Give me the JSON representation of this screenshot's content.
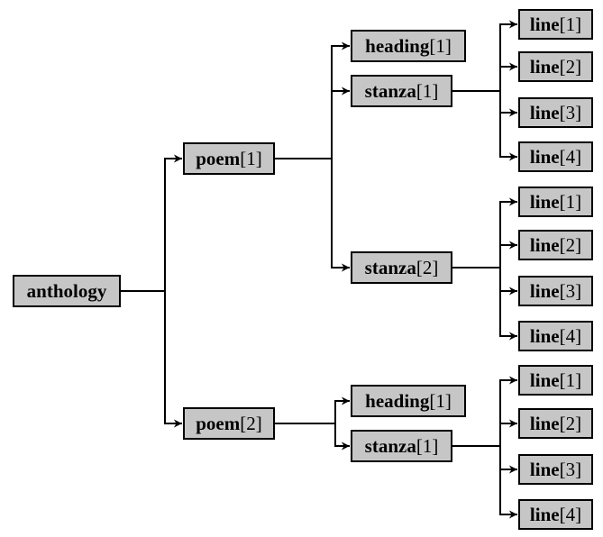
{
  "diagram": {
    "type": "tree",
    "description": "Document structure tree of an anthology: poems containing headings and stanzas, stanzas containing lines",
    "colors": {
      "background": "#ffffff",
      "node_fill": "#c6c6c6",
      "node_border": "#000000",
      "connector": "#000000"
    }
  },
  "nodes": {
    "anthology": {
      "tag": "anthology",
      "index": ""
    },
    "poem1": {
      "tag": "poem",
      "index": "[1]"
    },
    "poem2": {
      "tag": "poem",
      "index": "[2]"
    },
    "poem1_heading1": {
      "tag": "heading",
      "index": "[1]"
    },
    "poem1_stanza1": {
      "tag": "stanza",
      "index": "[1]"
    },
    "poem1_stanza2": {
      "tag": "stanza",
      "index": "[2]"
    },
    "poem2_heading1": {
      "tag": "heading",
      "index": "[1]"
    },
    "poem2_stanza1": {
      "tag": "stanza",
      "index": "[1]"
    },
    "poem1_stanza1_line1": {
      "tag": "line",
      "index": "[1]"
    },
    "poem1_stanza1_line2": {
      "tag": "line",
      "index": "[2]"
    },
    "poem1_stanza1_line3": {
      "tag": "line",
      "index": "[3]"
    },
    "poem1_stanza1_line4": {
      "tag": "line",
      "index": "[4]"
    },
    "poem1_stanza2_line1": {
      "tag": "line",
      "index": "[1]"
    },
    "poem1_stanza2_line2": {
      "tag": "line",
      "index": "[2]"
    },
    "poem1_stanza2_line3": {
      "tag": "line",
      "index": "[3]"
    },
    "poem1_stanza2_line4": {
      "tag": "line",
      "index": "[4]"
    },
    "poem2_stanza1_line1": {
      "tag": "line",
      "index": "[1]"
    },
    "poem2_stanza1_line2": {
      "tag": "line",
      "index": "[2]"
    },
    "poem2_stanza1_line3": {
      "tag": "line",
      "index": "[3]"
    },
    "poem2_stanza1_line4": {
      "tag": "line",
      "index": "[4]"
    }
  }
}
